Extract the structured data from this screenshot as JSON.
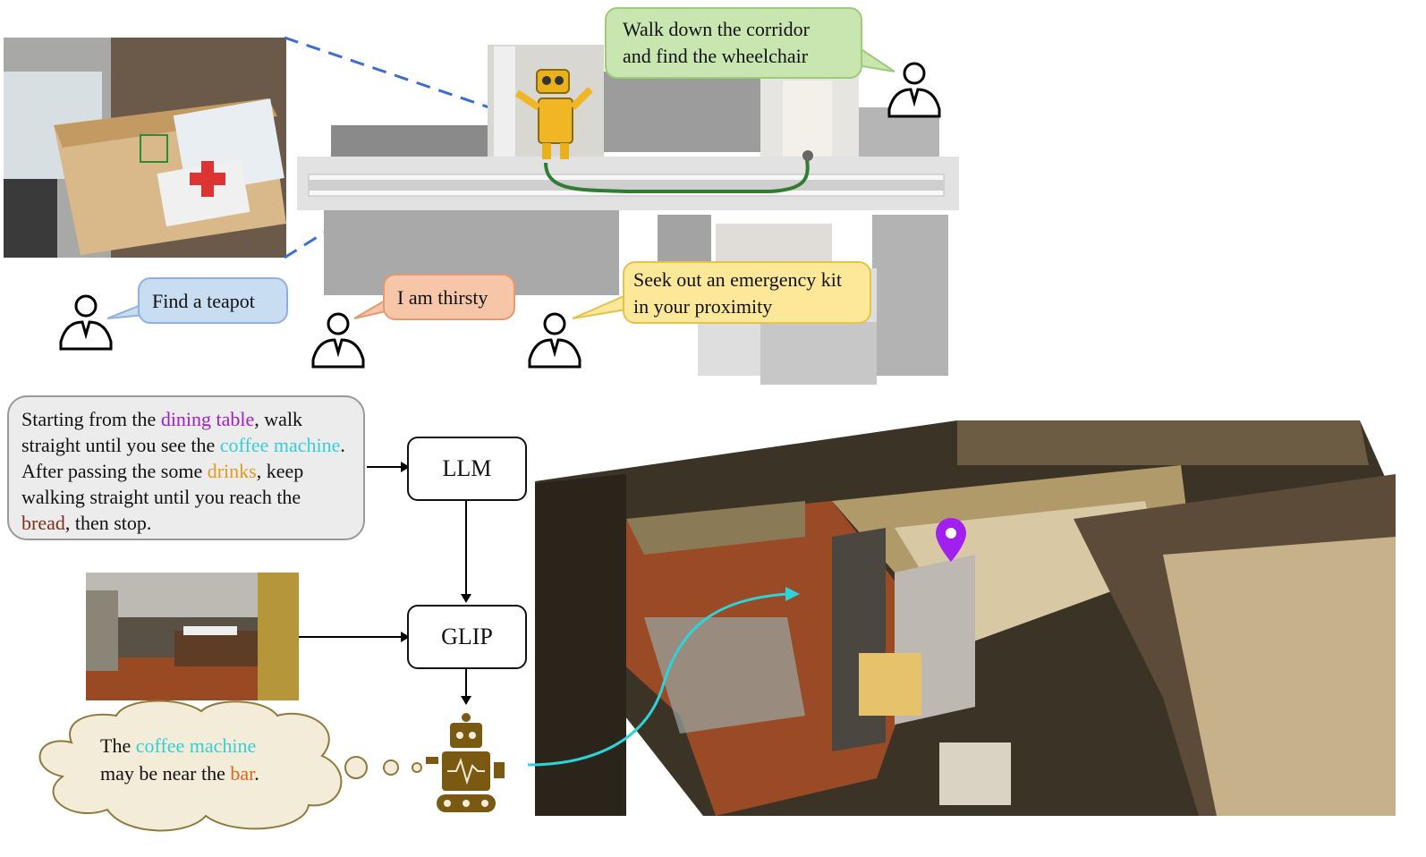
{
  "speech": {
    "green": "Walk down the corridor\nand find the wheelchair",
    "blue": "Find a teapot",
    "orange": "I am thirsty",
    "yellow": "Seek out an emergency kit\nin your proximity"
  },
  "instruction": {
    "parts": [
      {
        "text": "Starting from the ",
        "color": "plain"
      },
      {
        "text": "dining table",
        "color": "purple"
      },
      {
        "text": ", walk straight until you see the ",
        "color": "plain"
      },
      {
        "text": "coffee machine",
        "color": "cyan"
      },
      {
        "text": ". After passing the some ",
        "color": "plain"
      },
      {
        "text": "drinks",
        "color": "orange"
      },
      {
        "text": ", keep walking straight until you reach the ",
        "color": "plain"
      },
      {
        "text": "bread",
        "color": "brown"
      },
      {
        "text": ", then stop.",
        "color": "plain"
      }
    ]
  },
  "pipeline": {
    "llm": "LLM",
    "glip": "GLIP"
  },
  "thought": {
    "prefix": "The ",
    "object": "coffee machine",
    "middle": "may be near the ",
    "place": "bar",
    "suffix": "."
  },
  "colors": {
    "green_bubble": "#c9e6b0",
    "blue_bubble": "#c8dcf2",
    "orange_bubble": "#f7c6a8",
    "yellow_bubble": "#fde89a",
    "path_green": "#2e7d32",
    "path_cyan": "#2ed3d9",
    "dashed_blue": "#3a6fcf",
    "robot_brown": "#7a5a12",
    "pin_purple": "#a020f0"
  }
}
